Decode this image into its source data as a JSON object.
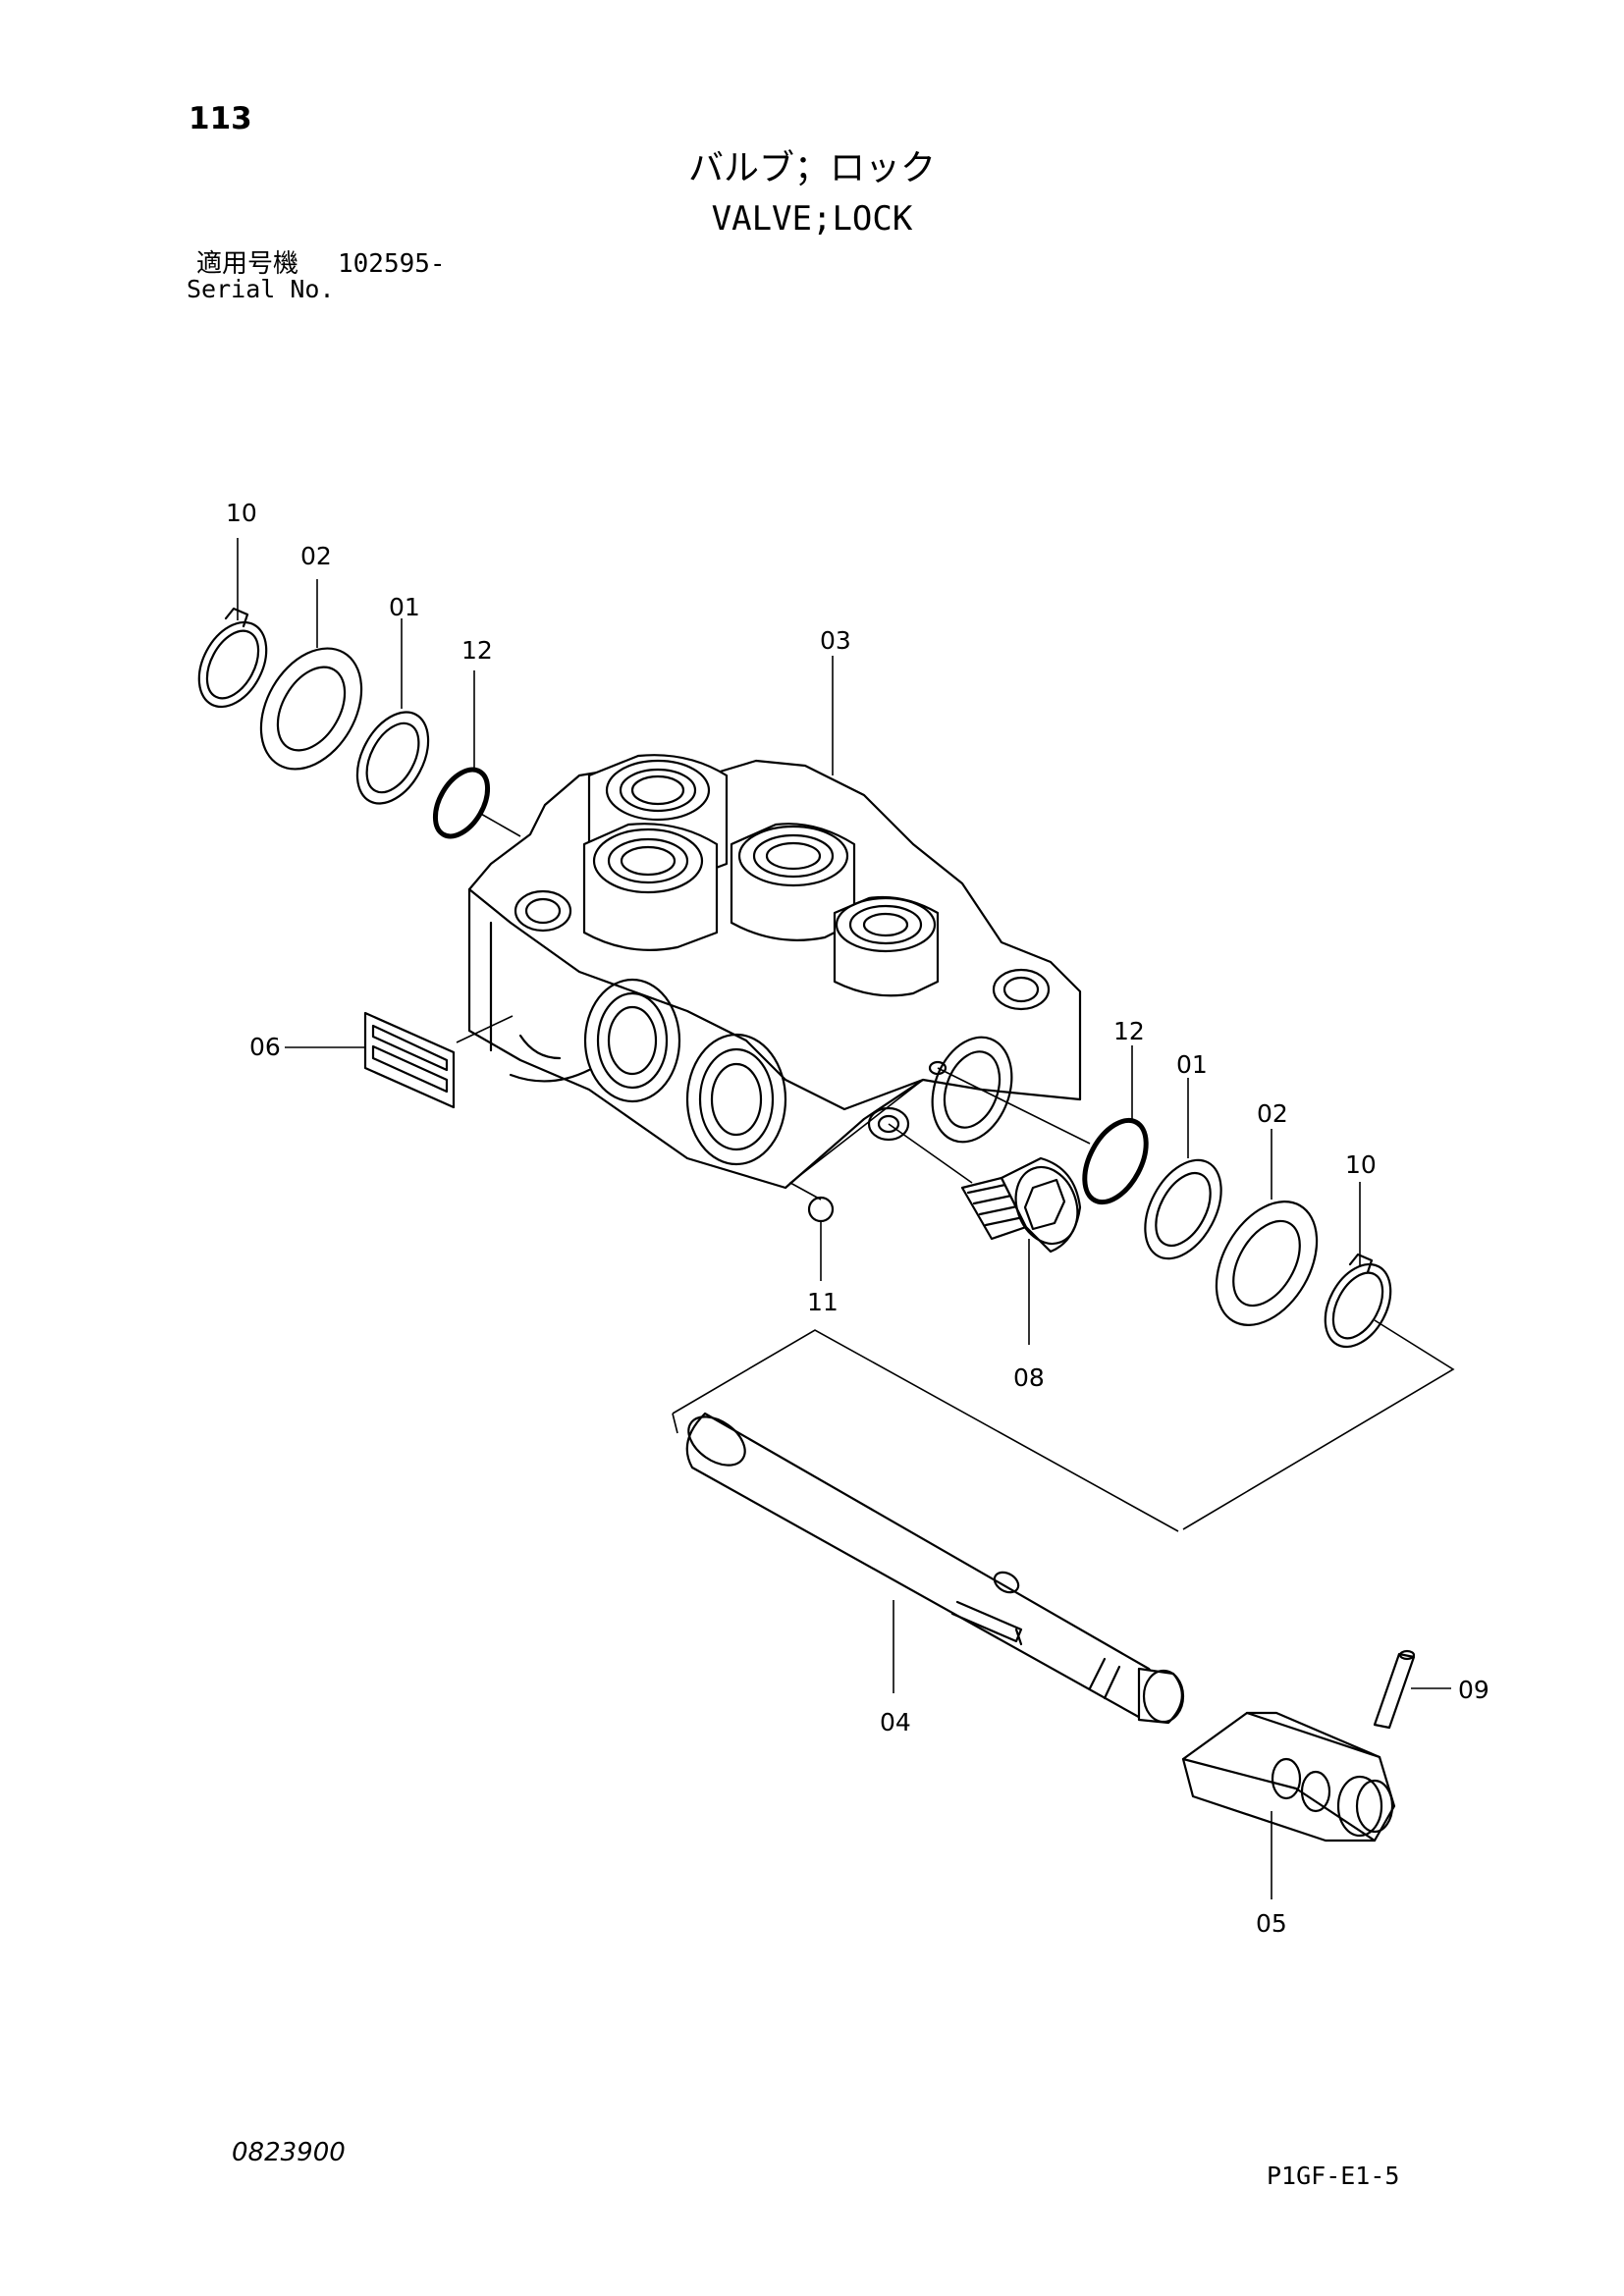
{
  "header": {
    "page_number": "113",
    "title_jp": "バルブ；ロック",
    "title_en": "VALVE;LOCK",
    "serial_label_jp": "適用号機",
    "serial_value": "102595-",
    "serial_label_en": "Serial No."
  },
  "callouts": {
    "c10_top": "10",
    "c02_top": "02",
    "c01_top": "01",
    "c12_top": "12",
    "c03": "03",
    "c06": "06",
    "c12_right": "12",
    "c01_right": "01",
    "c02_right": "02",
    "c10_right": "10",
    "c11": "11",
    "c08": "08",
    "c04": "04",
    "c09": "09",
    "c05": "05"
  },
  "footer": {
    "doc_number": "0823900",
    "page_code": "P1GF-E1-5"
  }
}
